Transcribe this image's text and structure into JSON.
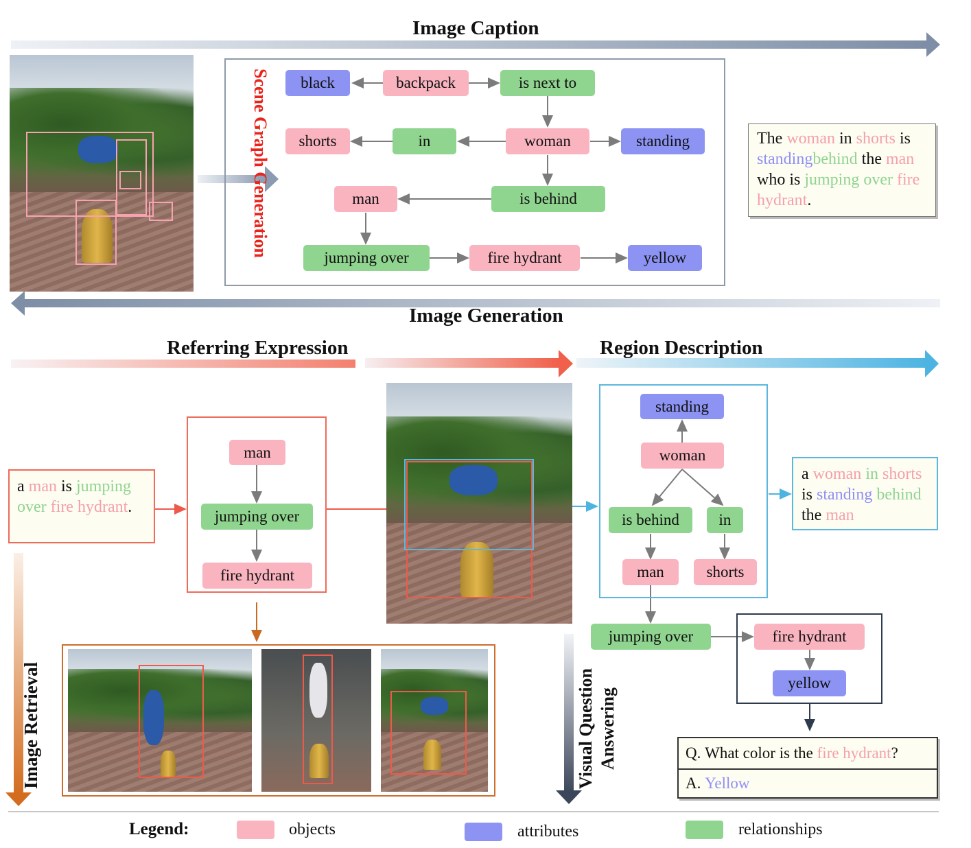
{
  "titles": {
    "image_caption": "Image Caption",
    "image_generation": "Image Generation",
    "referring_expression": "Referring Expression",
    "region_description": "Region Description",
    "scene_graph_generation": "Scene Graph Generation",
    "image_retrieval": "Image Retrieval",
    "vqa_line1": "Visual Question",
    "vqa_line2": "Answering"
  },
  "scene_graph": {
    "black": "black",
    "backpack": "backpack",
    "is_next_to": "is next to",
    "shorts": "shorts",
    "in": "in",
    "woman": "woman",
    "standing": "standing",
    "man": "man",
    "is_behind": "is behind",
    "jumping_over": "jumping over",
    "fire_hydrant": "fire hydrant",
    "yellow": "yellow"
  },
  "caption": {
    "w1": "The",
    "w2": "woman",
    "w3": "in",
    "w4": "shorts",
    "w5": "is",
    "w6": "standing",
    "w7": "behind",
    "w8": "the",
    "w9": "man",
    "w10": "who is",
    "w11": "jumping over",
    "w12": "fire",
    "w13": "hydrant",
    "w14": "."
  },
  "referring": {
    "text_a": "a",
    "text_man": "man",
    "text_is": "is",
    "text_jumping": "jumping",
    "text_over": "over",
    "text_fire_hydrant": "fire hydrant",
    "text_dot": ".",
    "node_man": "man",
    "node_jumping_over": "jumping over",
    "node_fire_hydrant": "fire hydrant"
  },
  "region": {
    "standing": "standing",
    "woman": "woman",
    "is_behind": "is behind",
    "in": "in",
    "man": "man",
    "shorts": "shorts",
    "jumping_over": "jumping over",
    "fire_hydrant": "fire hydrant",
    "yellow": "yellow",
    "desc_a": "a",
    "desc_woman": "woman",
    "desc_in": "in",
    "desc_shorts": "shorts",
    "desc_is": "is",
    "desc_standing": "standing",
    "desc_behind": "behind",
    "desc_the": "the",
    "desc_man": "man"
  },
  "vqa": {
    "q_prefix": "Q.",
    "q_text": "What color is the",
    "q_obj": "fire hydrant",
    "q_mark": "?",
    "a_prefix": "A.",
    "a_text": "Yellow"
  },
  "legend": {
    "label": "Legend:",
    "objects": "objects",
    "attributes": "attributes",
    "relationships": "relationships"
  },
  "colors": {
    "objects": "#f9b4c0",
    "attributes": "#8c93f3",
    "relationships": "#8fd48f",
    "red_frame": "#ee6a5a",
    "blue_frame": "#5bb7dd",
    "dark_frame": "#2e3a4e",
    "orange_frame": "#cc6e2a"
  }
}
